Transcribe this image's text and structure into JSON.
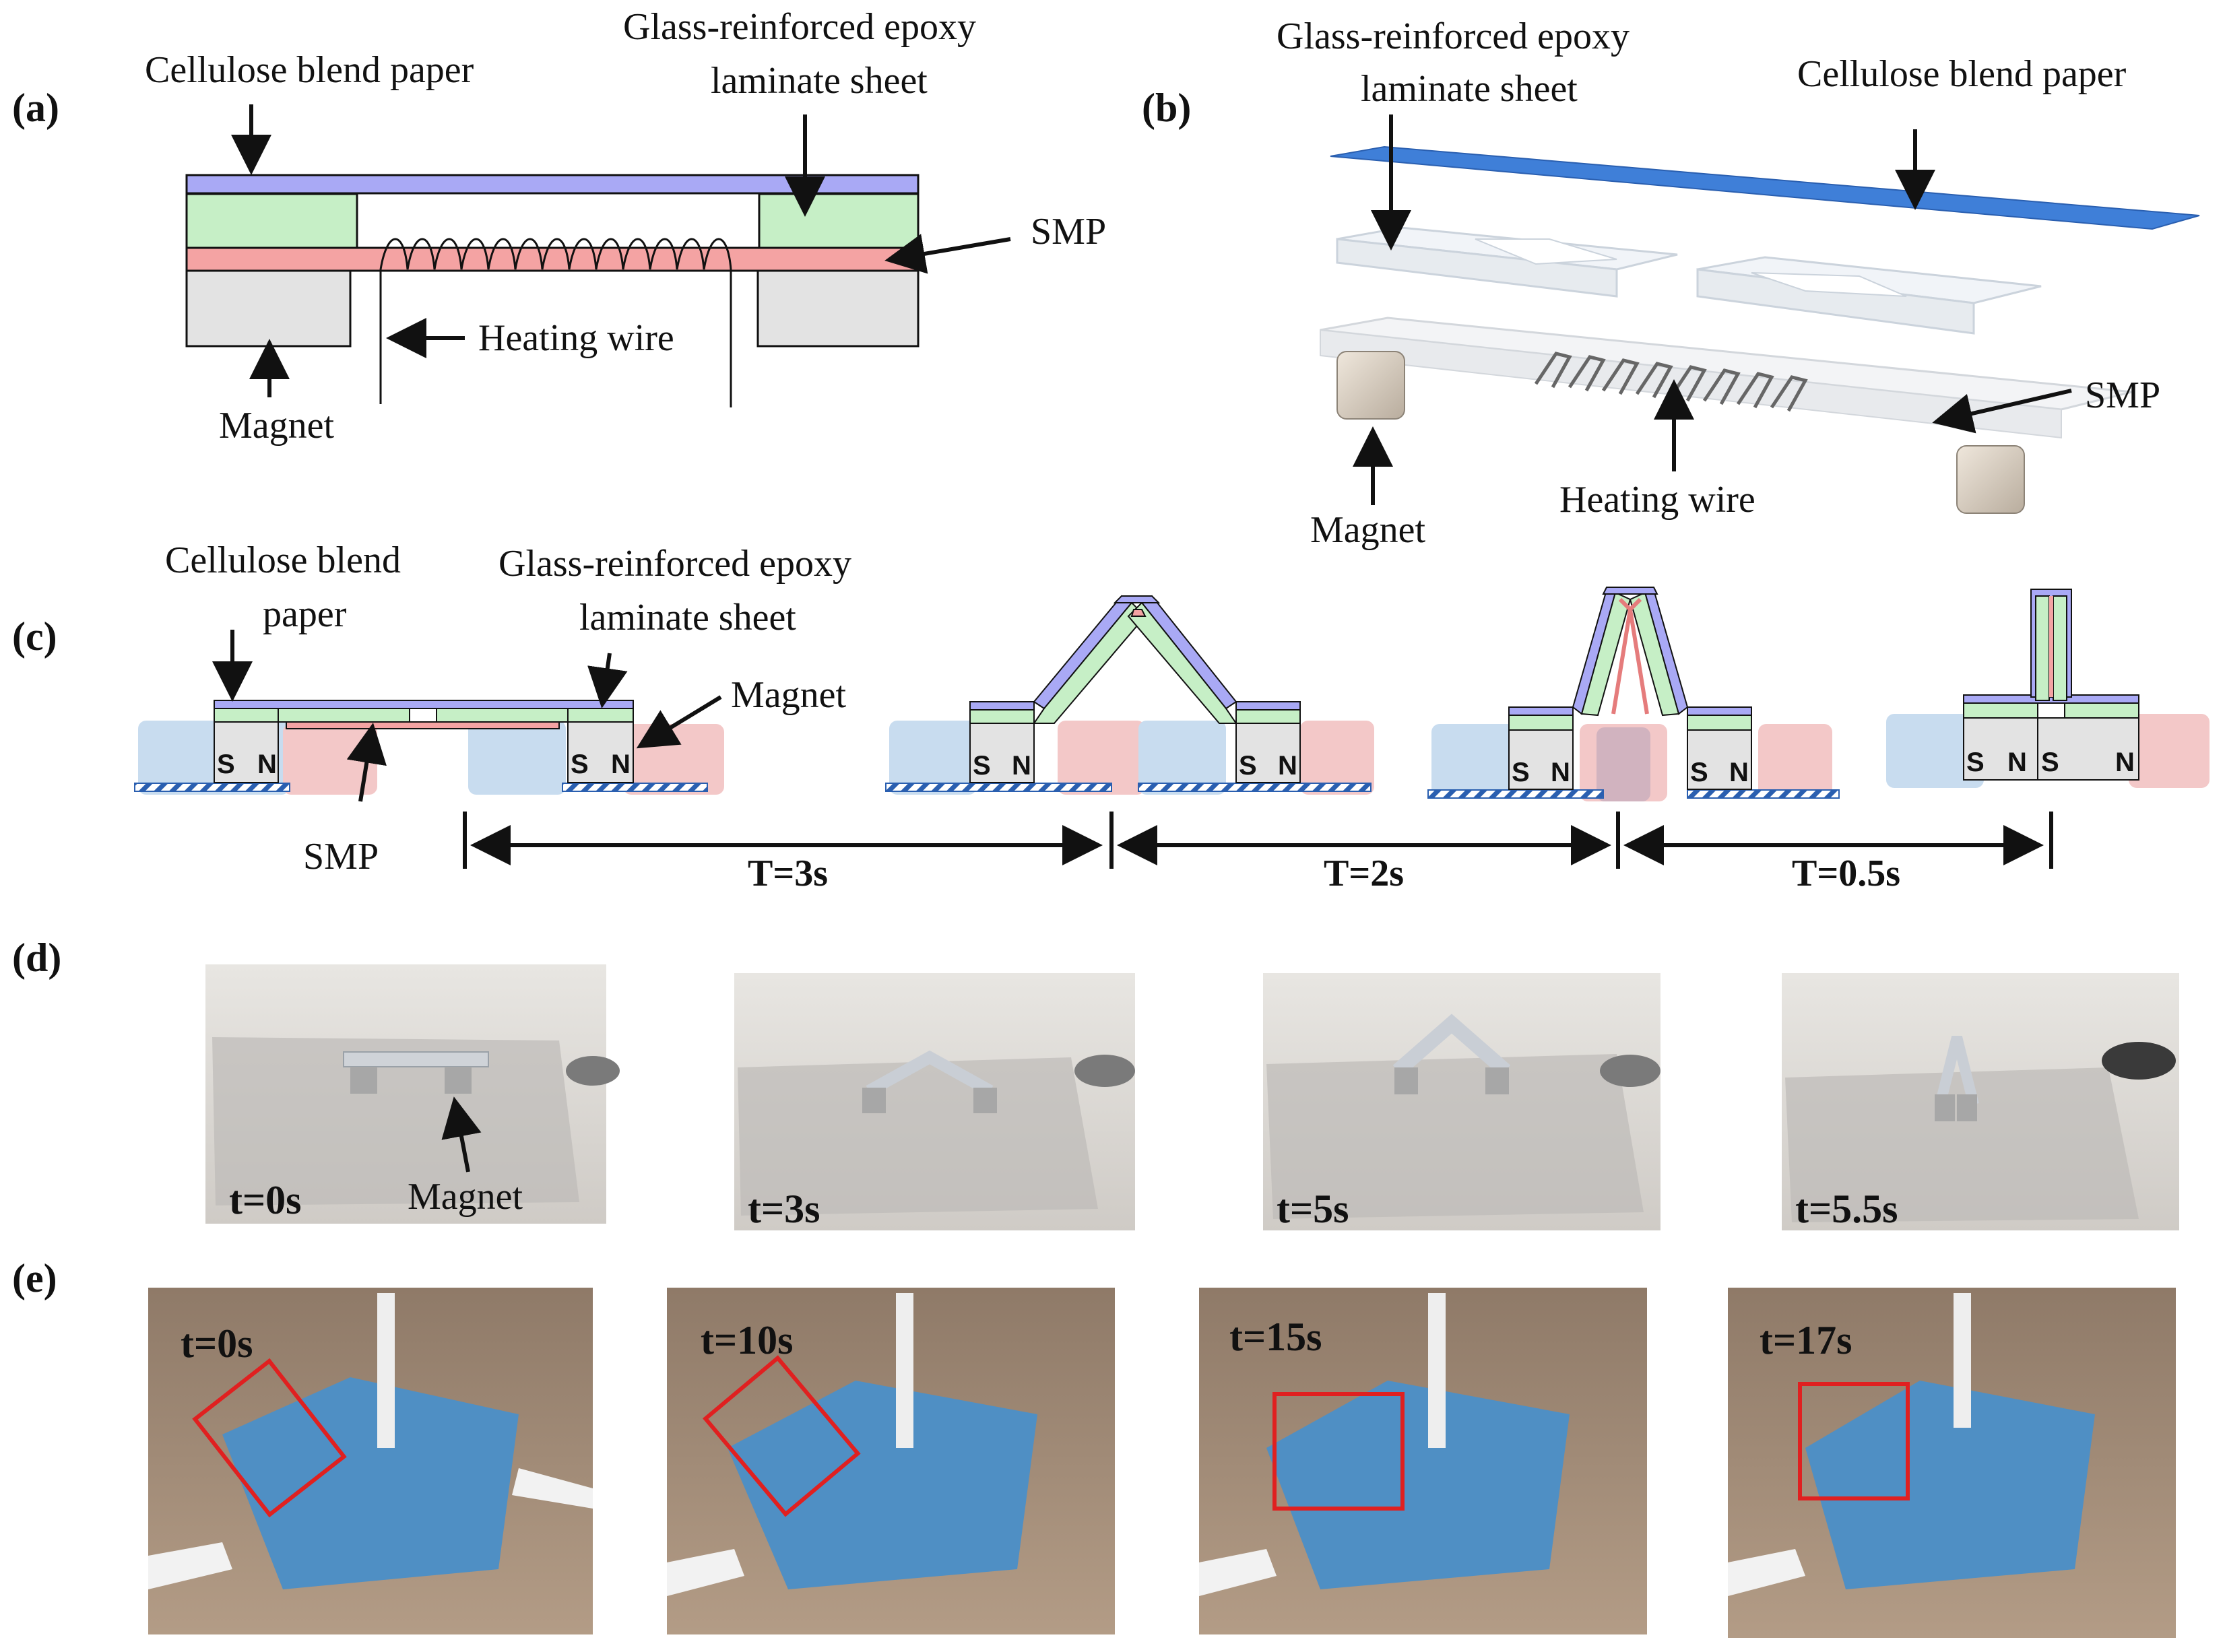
{
  "panels": {
    "a": {
      "letter": "(a)",
      "paper_label": "Cellulose blend paper",
      "epoxy_label_1": "Glass-reinforced epoxy",
      "epoxy_label_2": "laminate sheet",
      "smp_label": "SMP",
      "heating_wire_label": "Heating wire",
      "magnet_label": "Magnet"
    },
    "b": {
      "letter": "(b)",
      "epoxy_label_1": "Glass-reinforced epoxy",
      "epoxy_label_2": "laminate sheet",
      "paper_label": "Cellulose blend paper",
      "smp_label": "SMP",
      "heating_wire_label": "Heating wire",
      "magnet_label": "Magnet"
    },
    "c": {
      "letter": "(c)",
      "paper_label_1": "Cellulose blend",
      "paper_label_2": "paper",
      "epoxy_label_1": "Glass-reinforced epoxy",
      "epoxy_label_2": "laminate sheet",
      "magnet_label": "Magnet",
      "smp_label": "SMP",
      "pole_s": "S",
      "pole_n": "N",
      "intervals": [
        "T=3s",
        "T=2s",
        "T=0.5s"
      ]
    },
    "d": {
      "letter": "(d)",
      "times": [
        "t=0s",
        "t=3s",
        "t=5s",
        "t=5.5s"
      ],
      "magnet_label": "Magnet"
    },
    "e": {
      "letter": "(e)",
      "times": [
        "t=0s",
        "t=10s",
        "t=15s",
        "t=17s"
      ]
    }
  },
  "colors": {
    "paper": "#a9a9f5",
    "epoxy": "#c6efc6",
    "smp": "#f4a3a3",
    "magnet": "#e3e3e3",
    "hinge_blue": "#c8dcef",
    "hinge_pink": "#f3c8c8",
    "highlight_box": "#e02020",
    "sheet_blue": "#3f7fd8"
  }
}
